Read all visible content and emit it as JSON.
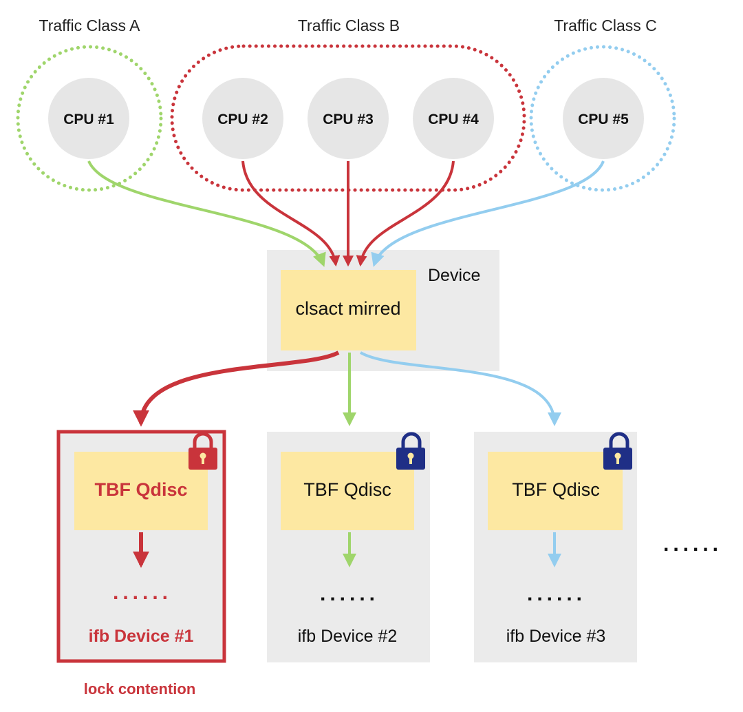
{
  "colors": {
    "green": "#9fd56b",
    "red": "#c9343b",
    "blue": "#93cdef",
    "cpu_fill": "#e6e6e6",
    "device_bg": "#ebebeb",
    "box_fill": "#fde8a2",
    "lock_blue": "#1f2f86"
  },
  "traffic_classes": [
    {
      "label": "Traffic Class A"
    },
    {
      "label": "Traffic Class B"
    },
    {
      "label": "Traffic Class C"
    }
  ],
  "cpus": [
    {
      "label": "CPU #1"
    },
    {
      "label": "CPU #2"
    },
    {
      "label": "CPU #3"
    },
    {
      "label": "CPU #4"
    },
    {
      "label": "CPU #5"
    }
  ],
  "device": {
    "label": "Device",
    "box_label": "clsact mirred"
  },
  "ifb_devices": [
    {
      "qdisc_label": "TBF Qdisc",
      "dots": "......",
      "label": "ifb Device #1",
      "lock_icon": "lock-icon-red"
    },
    {
      "qdisc_label": "TBF Qdisc",
      "dots": "......",
      "label": "ifb Device #2",
      "lock_icon": "lock-icon-blue"
    },
    {
      "qdisc_label": "TBF Qdisc",
      "dots": "......",
      "label": "ifb Device #3",
      "lock_icon": "lock-icon-blue"
    }
  ],
  "more_dots": "......",
  "annotation": "lock contention"
}
